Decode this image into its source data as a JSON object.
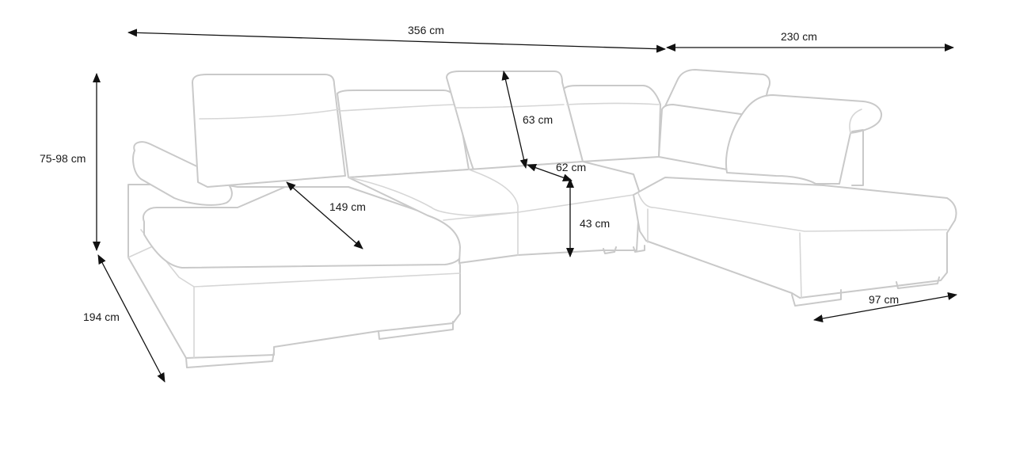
{
  "dimensions": {
    "total_width": "356 cm",
    "right_section_width": "230 cm",
    "back_height": "75-98 cm",
    "left_depth": "194 cm",
    "chaise_length": "149 cm",
    "headrest_height": "63 cm",
    "seat_depth": "62 cm",
    "seat_height": "43 cm",
    "right_chaise_depth": "97 cm"
  }
}
